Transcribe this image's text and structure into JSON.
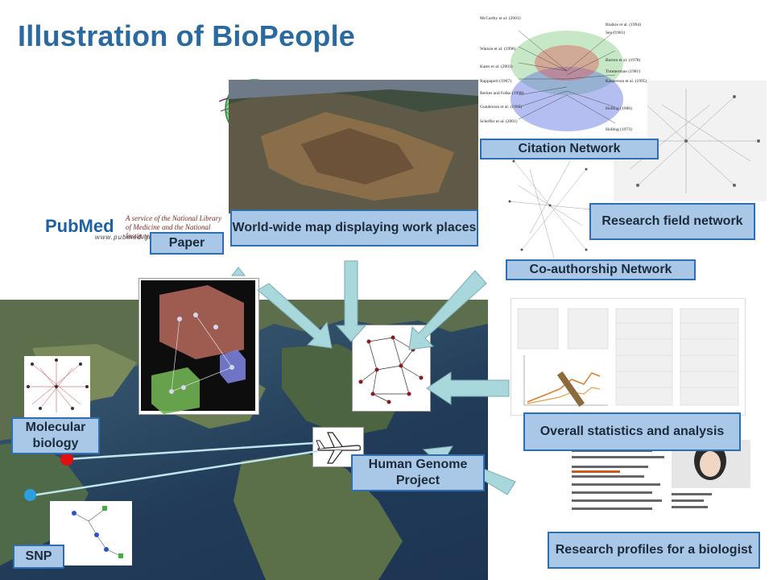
{
  "title": "Illustration of BioPeople",
  "pubmed": {
    "logo": "PubMed",
    "note": "A service of the National Library of Medicine and the National Institutes of Health",
    "url": "www.pubmed.gov"
  },
  "labels": {
    "paper": "Paper",
    "world_map": "World-wide map displaying work places",
    "citation": "Citation Network",
    "research_field": "Research field network",
    "coauthorship": "Co-authorship Network",
    "molecular": "Molecular biology",
    "genome": "Human Genome Project",
    "statistics": "Overall statistics and analysis",
    "profiles": "Research profiles for a biologist",
    "snp": "SNP"
  },
  "citations_left": [
    "McCarthy et al. (2001)",
    "Watson et al. (1996)",
    "Kates et al. (2003)",
    "Rappaport (1967)",
    "Berkes and Folke (1998)",
    "Gunderson et al. (1995)",
    "Scheffer et al. (2001)"
  ],
  "citations_right": [
    "Blaikie et al. (1994)",
    "Sen (1981)",
    "Burton et al. (1978)",
    "Timmerman (1981)",
    "Kasperson et al. (1995)",
    "Holling (1986)",
    "Holling (1973)"
  ],
  "colors": {
    "label_fill": "#a9c8e8",
    "label_border": "#2f6fb0",
    "title": "#2a6aa0",
    "arrow": "#a8d8dc"
  }
}
